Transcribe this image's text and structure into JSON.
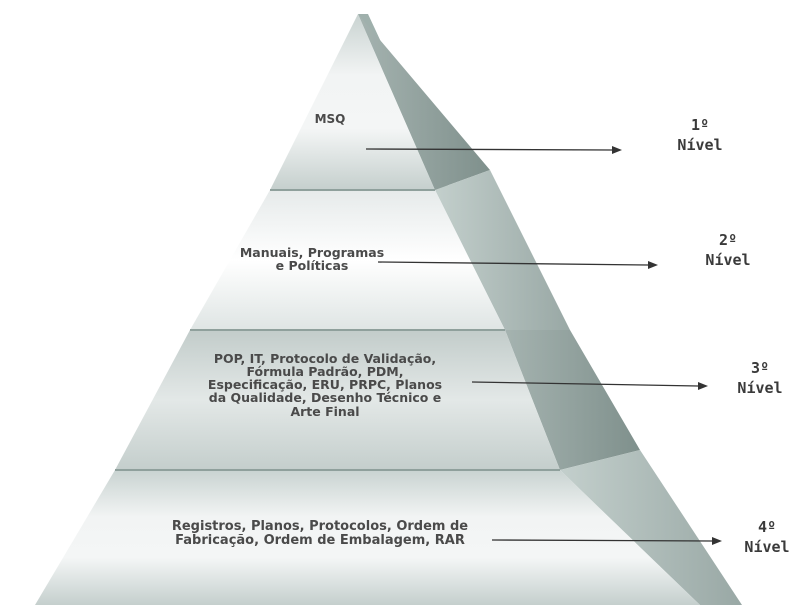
{
  "tiers": [
    {
      "text": "MSQ"
    },
    {
      "text": "Manuais, Programas\ne Políticas"
    },
    {
      "text": "POP, IT, Protocolo de Validação,\nFórmula Padrão, PDM,\nEspecificação, ERU, PRPC, Planos\nda Qualidade, Desenho Técnico e\nArte Final"
    },
    {
      "text": "Registros, Planos, Protocolos, Ordem de\nFabricação, Ordem de Embalagem, RAR"
    }
  ],
  "levels": [
    {
      "ordinal": "1º",
      "word": "Nível"
    },
    {
      "ordinal": "2º",
      "word": "Nível"
    },
    {
      "ordinal": "3º",
      "word": "Nível"
    },
    {
      "ordinal": "4º",
      "word": "Nível"
    }
  ]
}
